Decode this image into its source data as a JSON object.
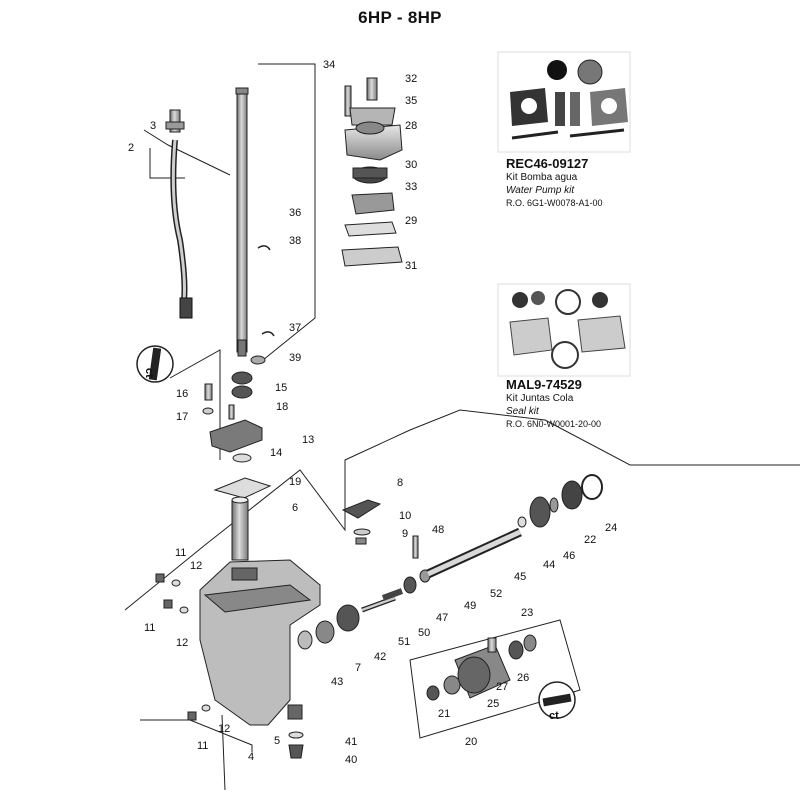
{
  "title": "6HP - 8HP",
  "callouts": [
    "2",
    "3",
    "4",
    "5",
    "6",
    "7",
    "8",
    "9",
    "10",
    "11",
    "11",
    "11",
    "12",
    "12",
    "12",
    "13",
    "14",
    "15",
    "16",
    "17",
    "18",
    "19",
    "20",
    "21",
    "22",
    "23",
    "24",
    "25",
    "26",
    "27",
    "28",
    "29",
    "30",
    "31",
    "32",
    "33",
    "34",
    "35",
    "36",
    "37",
    "38",
    "39",
    "40",
    "41",
    "42",
    "43",
    "44",
    "45",
    "46",
    "47",
    "48",
    "49",
    "50",
    "51",
    "52"
  ],
  "kits": [
    {
      "code": "REC46-09127",
      "es": "Kit Bomba agua",
      "en": "Water Pump kit",
      "ro": "R.O. 6G1-W0078-A1-00"
    },
    {
      "code": "MAL9-74529",
      "es": "Kit Juntas Cola",
      "en": "Seal kit",
      "ro": "R.O. 6N0-W0001-20-00"
    }
  ],
  "icons": {
    "sealant_badge": "sealant-badge-icon"
  },
  "colors": {
    "line": "#222222",
    "part_fill": "#bdbdbd",
    "part_dark": "#555555"
  }
}
